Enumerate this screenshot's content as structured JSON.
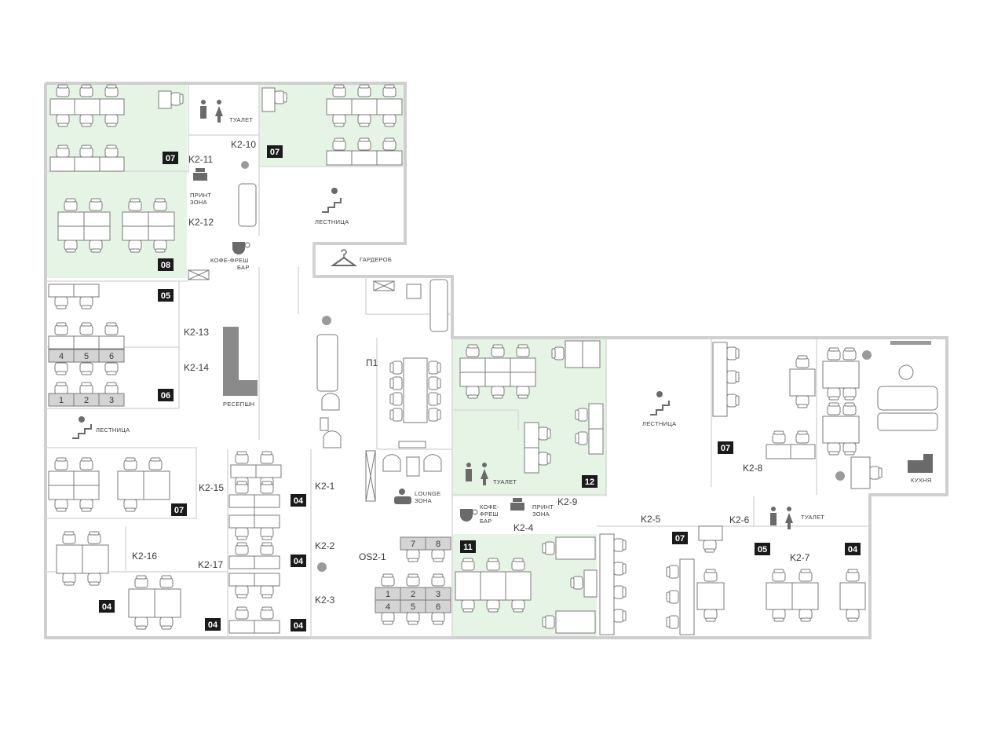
{
  "floor_plan": {
    "colors": {
      "highlight": "#e6f4e6",
      "badge": "#1a1a1a",
      "wall": "#cfcfcf",
      "furniture": "#7a7a7a",
      "seat_gray": "#d4d4d4"
    },
    "rooms": [
      {
        "code": "K2-11",
        "badge": "07",
        "highlighted": true
      },
      {
        "code": "K2-10",
        "badge": "07",
        "highlighted": true
      },
      {
        "code": "K2-12",
        "badge": "08",
        "highlighted": true
      },
      {
        "code": "K2-13",
        "badge": "05",
        "highlighted": false
      },
      {
        "code": "K2-14",
        "badge": "06",
        "highlighted": false
      },
      {
        "code": "K2-15",
        "badge": "07",
        "highlighted": false
      },
      {
        "code": "K2-16",
        "badge": "04",
        "highlighted": false
      },
      {
        "code": "K2-17",
        "badge": "04",
        "highlighted": false
      },
      {
        "code": "K2-1",
        "badge": "04",
        "highlighted": false
      },
      {
        "code": "K2-2",
        "badge": "04",
        "highlighted": false
      },
      {
        "code": "K2-3",
        "badge": "04",
        "highlighted": false
      },
      {
        "code": "K2-9",
        "badge": "12",
        "highlighted": true
      },
      {
        "code": "K2-4",
        "badge": "11",
        "highlighted": true
      },
      {
        "code": "K2-5",
        "badge": "07",
        "highlighted": false
      },
      {
        "code": "K2-6",
        "badge": "05",
        "highlighted": false
      },
      {
        "code": "K2-7",
        "badge": "04",
        "highlighted": false
      },
      {
        "code": "K2-8",
        "badge": "07",
        "highlighted": false
      }
    ],
    "labels": {
      "k2_11": "K2-11",
      "k2_10": "K2-10",
      "k2_12": "K2-12",
      "k2_13": "K2-13",
      "k2_14": "K2-14",
      "k2_15": "K2-15",
      "k2_16": "K2-16",
      "k2_17": "K2-17",
      "k2_1": "K2-1",
      "k2_2": "K2-2",
      "k2_3": "K2-3",
      "k2_4": "K2-4",
      "k2_5": "K2-5",
      "k2_6": "K2-6",
      "k2_7": "K2-7",
      "k2_8": "K2-8",
      "k2_9": "K2-9",
      "os2_1": "OS2-1",
      "p1": "П1"
    },
    "badges": {
      "b_k211": "07",
      "b_k210": "07",
      "b_k212": "08",
      "b_k213": "05",
      "b_k214": "06",
      "b_k215": "07",
      "b_k216": "04",
      "b_k217": "04",
      "b_k21": "04",
      "b_k22": "04",
      "b_k23": "04",
      "b_k29": "12",
      "b_k24": "11",
      "b_k25": "07",
      "b_k26": "05",
      "b_k27": "04",
      "b_k28": "07"
    },
    "amenities": {
      "toilet_top": "ТУАЛЕТ",
      "print_top_1": "ПРИНТ",
      "print_top_2": "ЗОНА",
      "coffee_top_1": "КОФЕ-ФРЕШ",
      "coffee_top_2": "БАР",
      "stairs_top": "ЛЕСТНИЦА",
      "wardrobe": "ГАРДЕРОБ",
      "reception": "РЕСЕПШН",
      "stairs_left": "ЛЕСТНИЦА",
      "lounge_1": "LOUNGE",
      "lounge_2": "ЗОНА",
      "coffee_mid_1": "КОФЕ-",
      "coffee_mid_2": "ФРЕШ",
      "coffee_mid_3": "БАР",
      "print_mid_1": "ПРИНТ",
      "print_mid_2": "ЗОНА",
      "toilet_mid": "ТУАЛЕТ",
      "stairs_right": "ЛЕСТНИЦА",
      "toilet_right": "ТУАЛЕТ",
      "kitchen": "КУХНЯ"
    },
    "seats_k213": [
      "4",
      "5",
      "6"
    ],
    "seats_k214": [
      "1",
      "2",
      "3"
    ],
    "seats_os_top": [
      "7",
      "8"
    ],
    "seats_os": [
      "1",
      "2",
      "3",
      "4",
      "5",
      "6"
    ],
    "icons": [
      "toilet-icon",
      "printer-icon",
      "coffee-icon",
      "stairs-icon",
      "hanger-icon",
      "plant-icon",
      "sofa-icon",
      "armchair-icon",
      "lounge-icon",
      "kitchen-icon"
    ]
  }
}
